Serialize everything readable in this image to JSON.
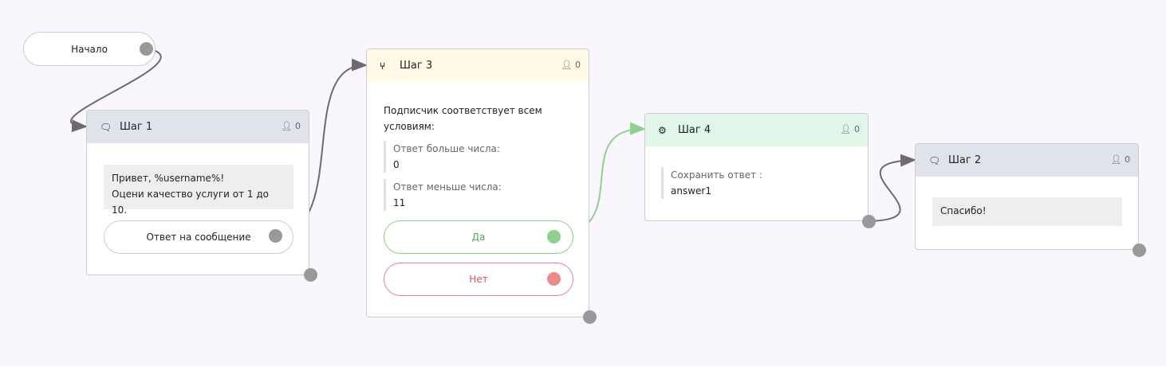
{
  "start": {
    "label": "Начало"
  },
  "step1": {
    "title": "Шаг 1",
    "count": "0",
    "icon": "speech-bubble-icon",
    "message_line1": "Привет, %username%!",
    "message_line2": "Оцени качество услуги от 1 до 10.",
    "button": "Ответ на сообщение"
  },
  "step3": {
    "title": "Шаг 3",
    "count": "0",
    "icon": "branch-icon",
    "text": "Подписчик соответствует всем условиям:",
    "cond1_label": "Ответ больше числа:",
    "cond1_value": "0",
    "cond2_label": "Ответ меньше числа:",
    "cond2_value": "11",
    "yes": "Да",
    "no": "Нет"
  },
  "step4": {
    "title": "Шаг 4",
    "count": "0",
    "icon": "gears-icon",
    "label": "Сохранить ответ :",
    "value": "answer1"
  },
  "step2": {
    "title": "Шаг 2",
    "count": "0",
    "icon": "speech-bubble-icon",
    "message": "Спасибо!"
  },
  "colors": {
    "green": "#8ed08e",
    "red": "#ee8a8a",
    "wire": "#6e6a70",
    "header_gray": "#dfe3ea",
    "header_yellow": "#fffbe6",
    "header_green": "#e1f5e8"
  }
}
